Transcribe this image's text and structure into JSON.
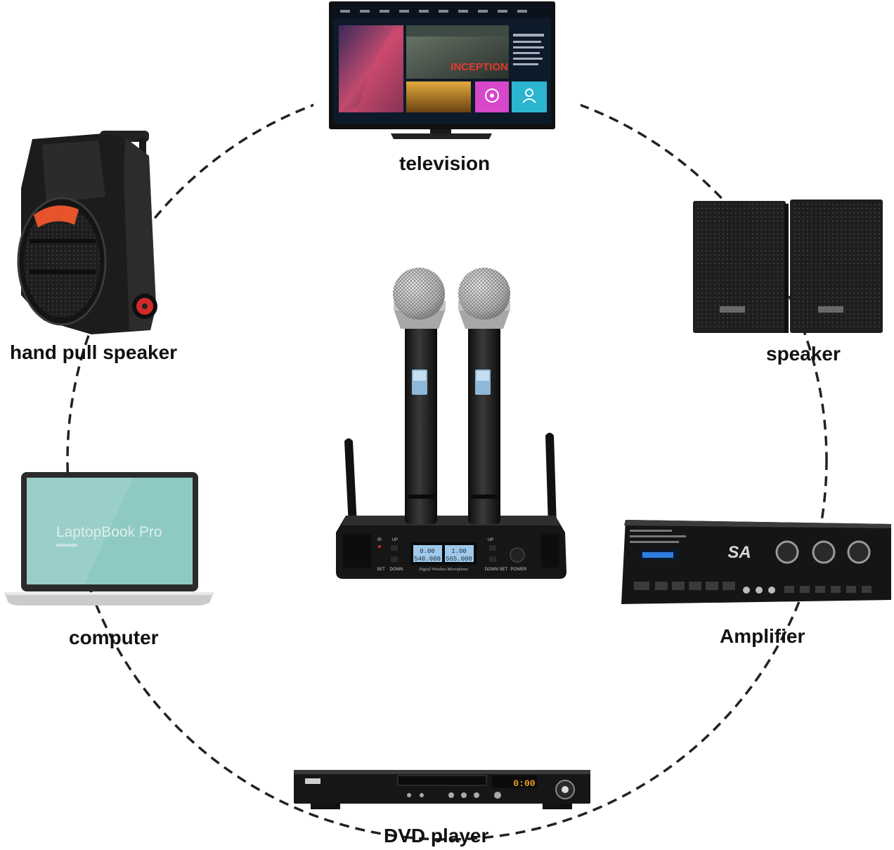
{
  "devices": {
    "television": "television",
    "hand_pull_speaker": "hand pull speaker",
    "speaker": "speaker",
    "computer": "computer",
    "amplifier": "Amplifier",
    "dvd_player": "DVD player"
  },
  "tv_screen": {
    "movie_title": "INCEPTION"
  },
  "laptop": {
    "screen_text": "LaptopBook Pro"
  },
  "receiver": {
    "panel_label": "Digital Wireless Microphone",
    "display_a_top": "0.00",
    "display_a_bottom": "540.000",
    "display_b_top": "1.00",
    "display_b_bottom": "565.000",
    "btn_ir": "IR",
    "btn_up": "UP",
    "btn_set": "SET",
    "btn_down": "DOWN",
    "btn_up_right": "UP",
    "btn_down_set": "DOWN SET",
    "btn_power": "POWER"
  },
  "dvd": {
    "display": "0:00"
  },
  "amp": {
    "logo": "SA"
  },
  "colors": {
    "device_body": "#1c1c1c",
    "accent_red": "#d62c2c",
    "lcd_blue": "#9ec9ea",
    "laptop_screen": "#8fc9c3",
    "dvd_display": "#f0a020"
  }
}
